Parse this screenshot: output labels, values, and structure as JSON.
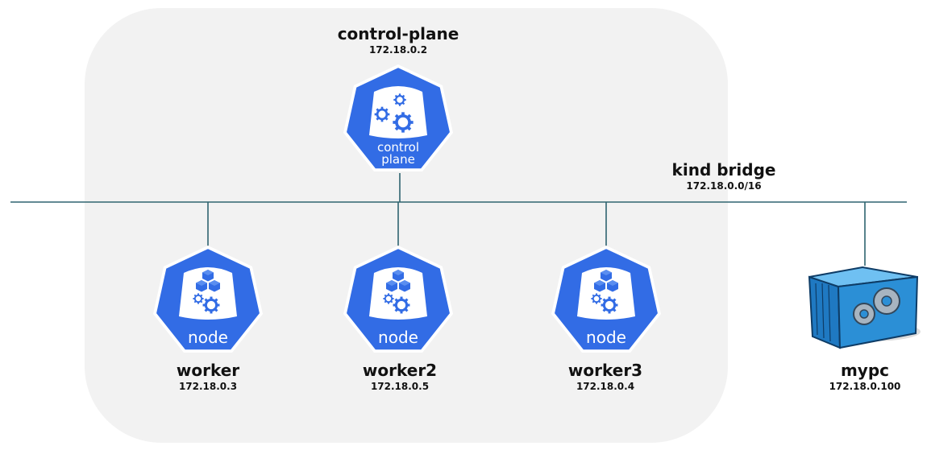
{
  "bridge": {
    "name": "kind bridge",
    "cidr": "172.18.0.0/16"
  },
  "control_plane": {
    "name": "control-plane",
    "ip": "172.18.0.2",
    "icon_line1": "control",
    "icon_line2": "plane",
    "icon": "kubernetes-control-plane-icon"
  },
  "nodes": [
    {
      "name": "worker",
      "ip": "172.18.0.3",
      "icon_label": "node",
      "icon": "kubernetes-node-icon"
    },
    {
      "name": "worker2",
      "ip": "172.18.0.5",
      "icon_label": "node",
      "icon": "kubernetes-node-icon"
    },
    {
      "name": "worker3",
      "ip": "172.18.0.4",
      "icon_label": "node",
      "icon": "kubernetes-node-icon"
    }
  ],
  "external": {
    "name": "mypc",
    "ip": "172.18.0.100",
    "icon": "container-gears-icon"
  },
  "colors": {
    "k8s_blue": "#326ce5",
    "cluster_bg": "#f2f2f2",
    "container_blue": "#2b8fd6",
    "line": "#2f6470"
  }
}
